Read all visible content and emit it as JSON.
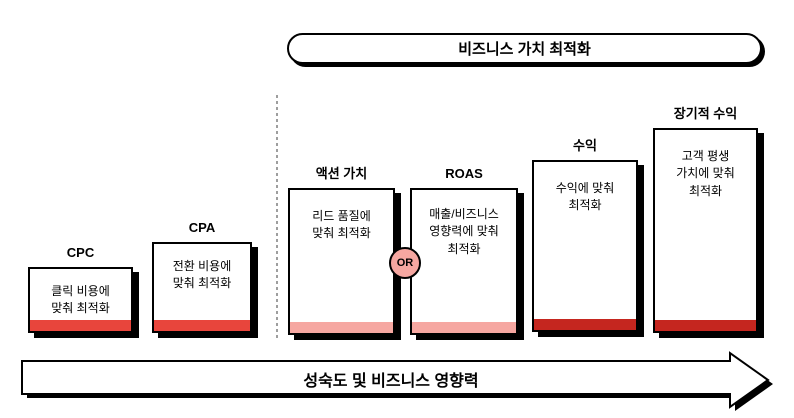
{
  "banner": {
    "label": "비즈니스 가치 최적화"
  },
  "stages": [
    {
      "id": "cpc",
      "label": "CPC",
      "body": "클릭 비용에\n맞춰 최적화",
      "strip_color": "#E8453C"
    },
    {
      "id": "cpa",
      "label": "CPA",
      "body": "전환 비용에\n맞춰 최적화",
      "strip_color": "#E8453C"
    },
    {
      "id": "action-value",
      "label": "액션 가치",
      "body": "리드 품질에\n맞춰 최적화",
      "strip_color": "#F6A7A1"
    },
    {
      "id": "roas",
      "label": "ROAS",
      "body": "매출/비즈니스\n영향력에 맞춰\n최적화",
      "strip_color": "#F6A7A1"
    },
    {
      "id": "revenue",
      "label": "수익",
      "body": "수익에 맞춰\n최적화",
      "strip_color": "#C5261F"
    },
    {
      "id": "long-term-revenue",
      "label": "장기적 수익",
      "body": "고객 평생\n가치에 맞춰\n최적화",
      "strip_color": "#C5261F"
    }
  ],
  "or_badge": {
    "label": "OR",
    "color": "#F6A7A1"
  },
  "arrow": {
    "label": "성숙도 및 비즈니스 영향력"
  },
  "colors": {
    "bright_red": "#E8453C",
    "pink": "#F6A7A1",
    "dark_red": "#C5261F",
    "divider_gray": "#9E9E9E",
    "outline_black": "#000000"
  }
}
